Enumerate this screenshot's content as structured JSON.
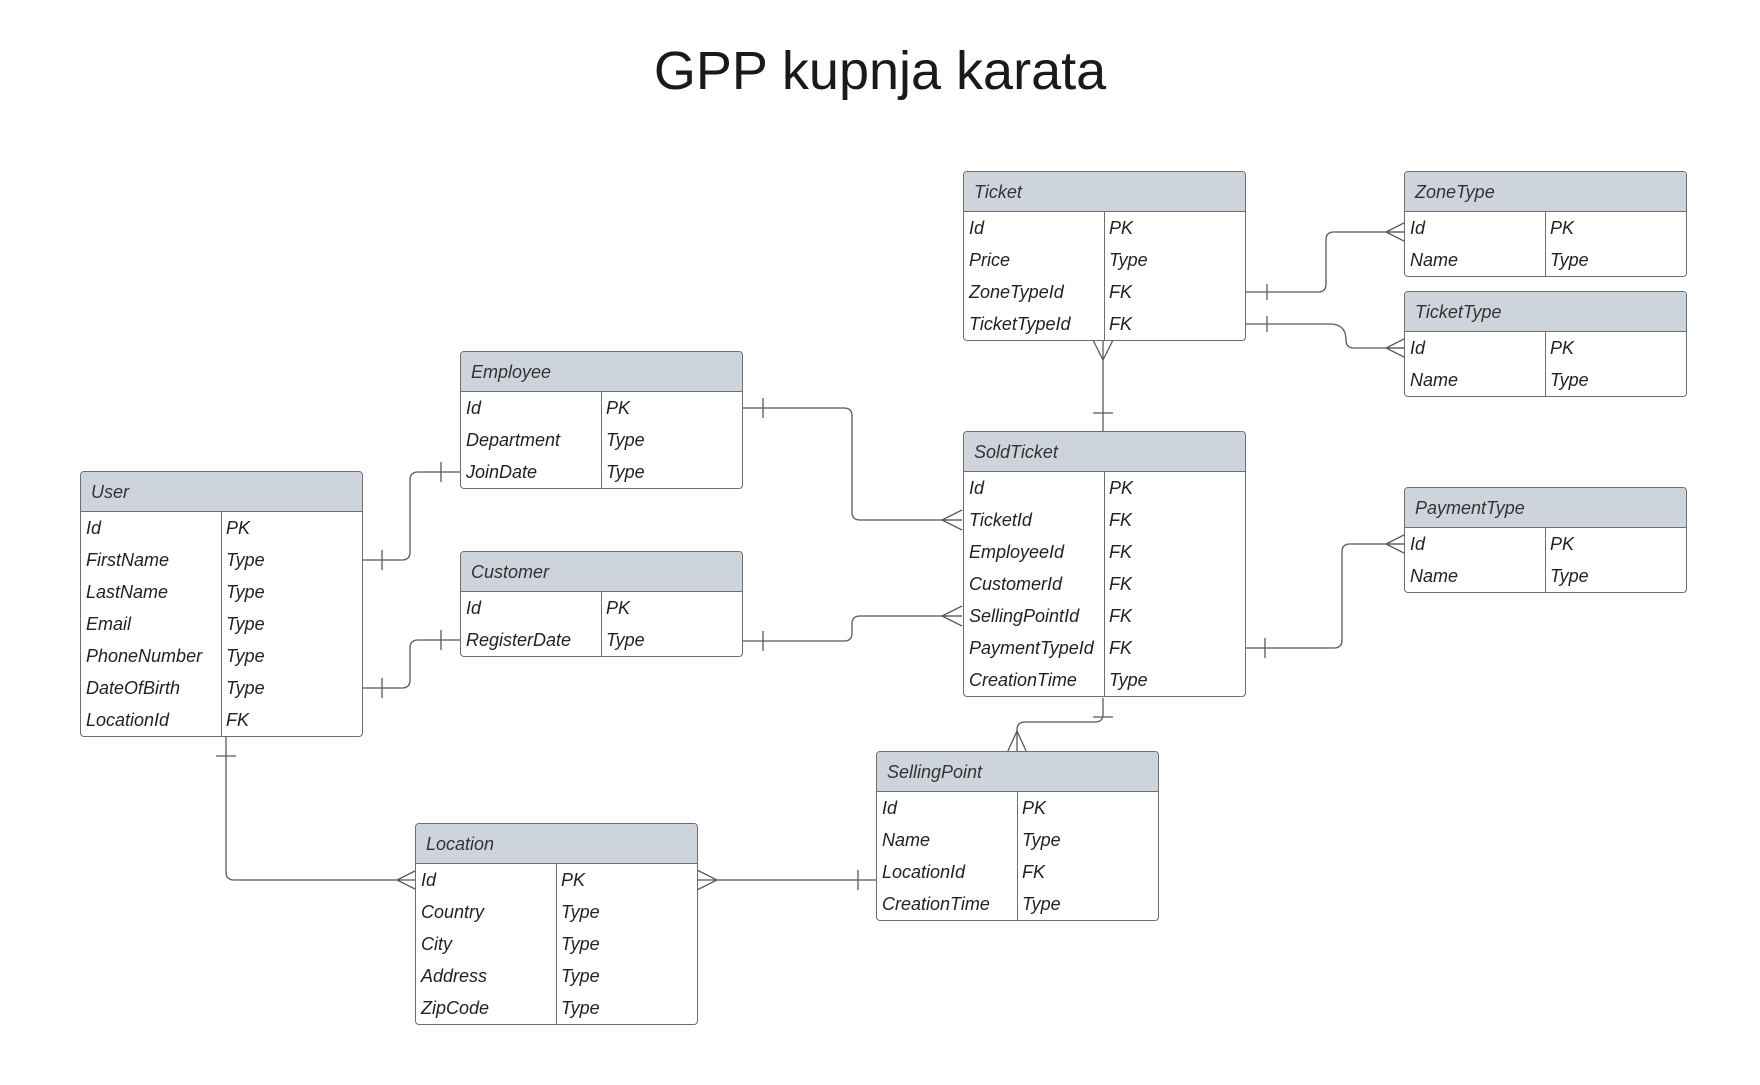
{
  "title": "GPP kupnja karata",
  "colors": {
    "header": "#ced4dc",
    "border": "#6b6e73",
    "line": "#555a60"
  },
  "entities": {
    "ticket": {
      "name": "Ticket",
      "fields": [
        {
          "name": "Id",
          "type": "PK"
        },
        {
          "name": "Price",
          "type": "Type"
        },
        {
          "name": "ZoneTypeId",
          "type": "FK"
        },
        {
          "name": "TicketTypeId",
          "type": "FK"
        }
      ]
    },
    "zonetype": {
      "name": "ZoneType",
      "fields": [
        {
          "name": "Id",
          "type": "PK"
        },
        {
          "name": "Name",
          "type": "Type"
        }
      ]
    },
    "tickettype": {
      "name": "TicketType",
      "fields": [
        {
          "name": "Id",
          "type": "PK"
        },
        {
          "name": "Name",
          "type": "Type"
        }
      ]
    },
    "employee": {
      "name": "Employee",
      "fields": [
        {
          "name": "Id",
          "type": "PK"
        },
        {
          "name": "Department",
          "type": "Type"
        },
        {
          "name": "JoinDate",
          "type": "Type"
        }
      ]
    },
    "soldticket": {
      "name": "SoldTicket",
      "fields": [
        {
          "name": "Id",
          "type": "PK"
        },
        {
          "name": "TicketId",
          "type": "FK"
        },
        {
          "name": "EmployeeId",
          "type": "FK"
        },
        {
          "name": "CustomerId",
          "type": "FK"
        },
        {
          "name": "SellingPointId",
          "type": "FK"
        },
        {
          "name": "PaymentTypeId",
          "type": "FK"
        },
        {
          "name": "CreationTime",
          "type": "Type"
        }
      ]
    },
    "user": {
      "name": "User",
      "fields": [
        {
          "name": "Id",
          "type": "PK"
        },
        {
          "name": "FirstName",
          "type": "Type"
        },
        {
          "name": "LastName",
          "type": "Type"
        },
        {
          "name": "Email",
          "type": "Type"
        },
        {
          "name": "PhoneNumber",
          "type": "Type"
        },
        {
          "name": "DateOfBirth",
          "type": "Type"
        },
        {
          "name": "LocationId",
          "type": "FK"
        }
      ]
    },
    "customer": {
      "name": "Customer",
      "fields": [
        {
          "name": "Id",
          "type": "PK"
        },
        {
          "name": "RegisterDate",
          "type": "Type"
        }
      ]
    },
    "paymenttype": {
      "name": "PaymentType",
      "fields": [
        {
          "name": "Id",
          "type": "PK"
        },
        {
          "name": "Name",
          "type": "Type"
        }
      ]
    },
    "sellingpoint": {
      "name": "SellingPoint",
      "fields": [
        {
          "name": "Id",
          "type": "PK"
        },
        {
          "name": "Name",
          "type": "Type"
        },
        {
          "name": "LocationId",
          "type": "FK"
        },
        {
          "name": "CreationTime",
          "type": "Type"
        }
      ]
    },
    "location": {
      "name": "Location",
      "fields": [
        {
          "name": "Id",
          "type": "PK"
        },
        {
          "name": "Country",
          "type": "Type"
        },
        {
          "name": "City",
          "type": "Type"
        },
        {
          "name": "Address",
          "type": "Type"
        },
        {
          "name": "ZipCode",
          "type": "Type"
        }
      ]
    }
  }
}
